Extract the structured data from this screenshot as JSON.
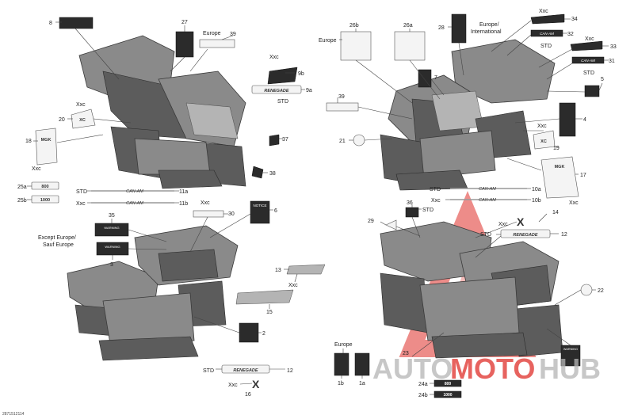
{
  "callouts": [
    {
      "id": "c1",
      "text": "8"
    },
    {
      "id": "c2",
      "text": "27"
    },
    {
      "id": "c3",
      "text": "Europe"
    },
    {
      "id": "c4",
      "text": "39"
    },
    {
      "id": "c5",
      "text": "Xxc"
    },
    {
      "id": "c6",
      "text": "9b"
    },
    {
      "id": "c7",
      "text": "9a"
    },
    {
      "id": "c8",
      "text": "STD"
    },
    {
      "id": "c9",
      "text": "Xxc"
    },
    {
      "id": "c10",
      "text": "20"
    },
    {
      "id": "c11",
      "text": "18"
    },
    {
      "id": "c12",
      "text": "Xxc"
    },
    {
      "id": "c13",
      "text": "37"
    },
    {
      "id": "c14",
      "text": "38"
    },
    {
      "id": "c15",
      "text": "25a"
    },
    {
      "id": "c16",
      "text": "25b"
    },
    {
      "id": "c17",
      "text": "STD"
    },
    {
      "id": "c18",
      "text": "11a"
    },
    {
      "id": "c19",
      "text": "Xxc"
    },
    {
      "id": "c20",
      "text": "11b"
    },
    {
      "id": "c21",
      "text": "Xxc"
    },
    {
      "id": "c22",
      "text": "30"
    },
    {
      "id": "c23",
      "text": "6"
    },
    {
      "id": "c24",
      "text": "35"
    },
    {
      "id": "c25",
      "text": "Except Europe/"
    },
    {
      "id": "c26",
      "text": "Sauf Europe"
    },
    {
      "id": "c27",
      "text": "3"
    },
    {
      "id": "c28",
      "text": "13"
    },
    {
      "id": "c29",
      "text": "Xxc"
    },
    {
      "id": "c30",
      "text": "15"
    },
    {
      "id": "c31",
      "text": "2"
    },
    {
      "id": "c32",
      "text": "STD"
    },
    {
      "id": "c33",
      "text": "12"
    },
    {
      "id": "c34",
      "text": "Xxc"
    },
    {
      "id": "c35",
      "text": "16"
    },
    {
      "id": "c36",
      "text": "26b"
    },
    {
      "id": "c37",
      "text": "26a"
    },
    {
      "id": "c38",
      "text": "Europe"
    },
    {
      "id": "c39",
      "text": "28"
    },
    {
      "id": "c40",
      "text": "Europe/"
    },
    {
      "id": "c41",
      "text": "International"
    },
    {
      "id": "c42",
      "text": "Xxc"
    },
    {
      "id": "c43",
      "text": "34"
    },
    {
      "id": "c44",
      "text": "32"
    },
    {
      "id": "c45",
      "text": "STD"
    },
    {
      "id": "c46",
      "text": "Xxc"
    },
    {
      "id": "c47",
      "text": "33"
    },
    {
      "id": "c48",
      "text": "31"
    },
    {
      "id": "c49",
      "text": "STD"
    },
    {
      "id": "c50",
      "text": "5"
    },
    {
      "id": "c51",
      "text": "39"
    },
    {
      "id": "c52",
      "text": "4"
    },
    {
      "id": "c53",
      "text": "21"
    },
    {
      "id": "c54",
      "text": "Xxc"
    },
    {
      "id": "c55",
      "text": "19"
    },
    {
      "id": "c56",
      "text": "17"
    },
    {
      "id": "c57",
      "text": "STD"
    },
    {
      "id": "c58",
      "text": "10a"
    },
    {
      "id": "c59",
      "text": "Xxc"
    },
    {
      "id": "c60",
      "text": "10b"
    },
    {
      "id": "c61",
      "text": "Xxc"
    },
    {
      "id": "c62",
      "text": "36"
    },
    {
      "id": "c63",
      "text": "STD"
    },
    {
      "id": "c64",
      "text": "29"
    },
    {
      "id": "c65",
      "text": "Xxc"
    },
    {
      "id": "c66",
      "text": "14"
    },
    {
      "id": "c67",
      "text": "STD"
    },
    {
      "id": "c68",
      "text": "12"
    },
    {
      "id": "c69",
      "text": "22"
    },
    {
      "id": "c70",
      "text": "Europe"
    },
    {
      "id": "c71",
      "text": "23"
    },
    {
      "id": "c72",
      "text": "1b"
    },
    {
      "id": "c73",
      "text": "1a"
    },
    {
      "id": "c74",
      "text": "24a"
    },
    {
      "id": "c75",
      "text": "24b"
    },
    {
      "id": "c76",
      "text": "7"
    }
  ],
  "decal_text": {
    "renegade": "RENEGADE",
    "canam": "CAN-AM",
    "notice": "NOTICE",
    "warning": "WARNING",
    "xmr": "X",
    "xc": "XC",
    "mgk": "MGK",
    "num_800": "800",
    "num_1000": "1000"
  },
  "footer": {
    "code": "2871512114"
  },
  "watermark": {
    "prefix": "AUTO",
    "middle": "MOTO",
    "suffix": "HUB",
    "colors": {
      "gray": "#b5b5b5",
      "red": "#e0302a"
    }
  }
}
